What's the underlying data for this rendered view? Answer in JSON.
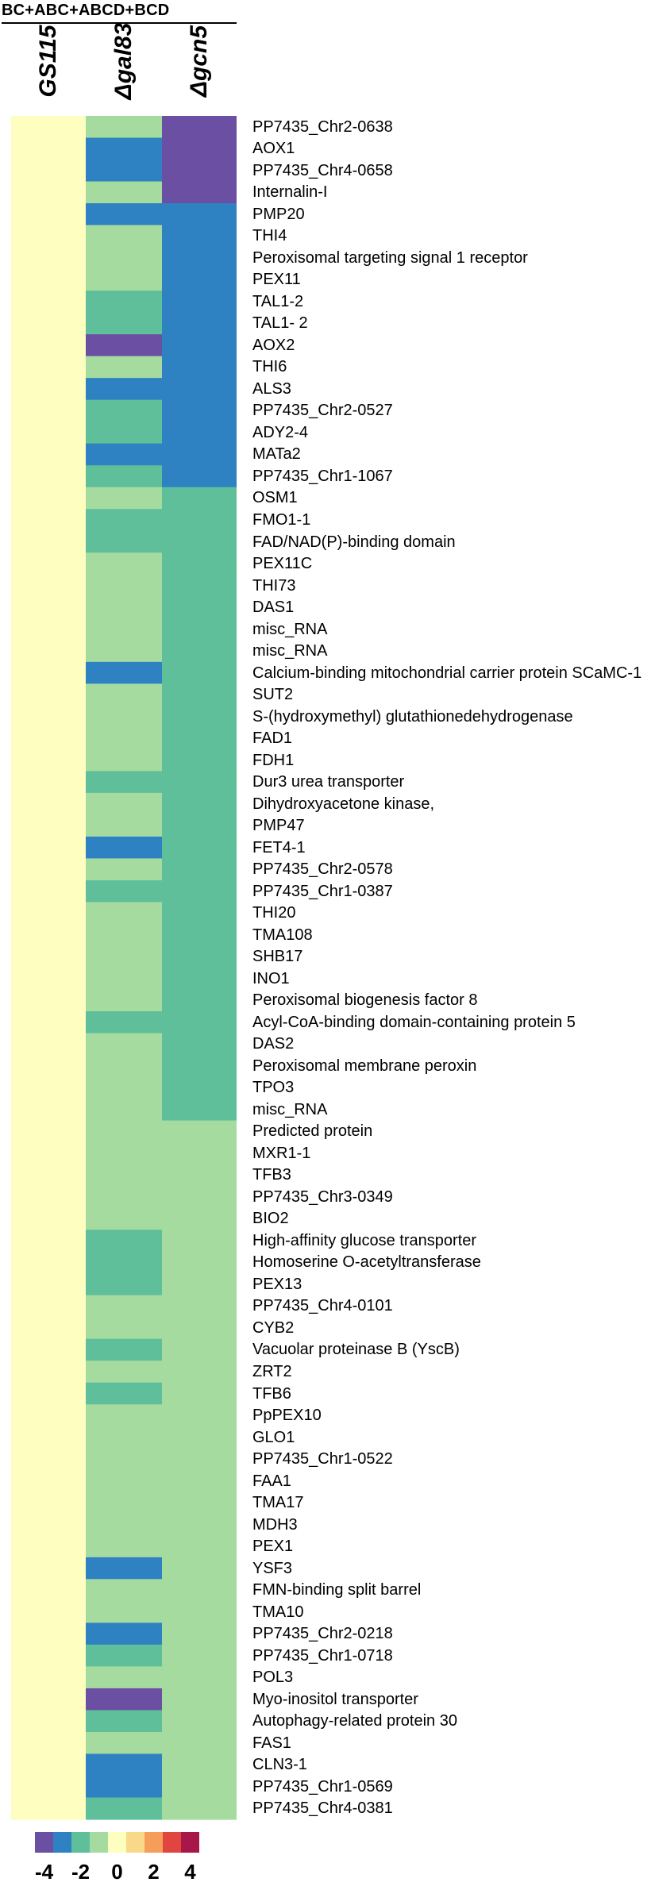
{
  "chart_data": {
    "type": "heatmap",
    "title": "BC+ABC+ABCD+BCD",
    "columns": [
      "GS115",
      "Δgal83",
      "Δgcn5"
    ],
    "rows": [
      "PP7435_Chr2-0638",
      "AOX1",
      "PP7435_Chr4-0658",
      "Internalin-I",
      "PMP20",
      "THI4",
      "Peroxisomal targeting signal 1 receptor",
      "PEX11",
      "TAL1-2",
      "TAL1- 2",
      "AOX2",
      "THI6",
      "ALS3",
      "PP7435_Chr2-0527",
      "ADY2-4",
      "MATa2",
      "PP7435_Chr1-1067",
      "OSM1",
      "FMO1-1",
      "FAD/NAD(P)-binding domain",
      "PEX11C",
      "THI73",
      "DAS1",
      "misc_RNA",
      "misc_RNA",
      "Calcium-binding mitochondrial carrier protein SCaMC-1",
      "SUT2",
      "S-(hydroxymethyl) glutathionedehydrogenase",
      "FAD1",
      "FDH1",
      "Dur3 urea transporter",
      "Dihydroxyacetone kinase,",
      "PMP47",
      "FET4-1",
      "PP7435_Chr2-0578",
      "PP7435_Chr1-0387",
      "THI20",
      "TMA108",
      "SHB17",
      "INO1",
      "Peroxisomal biogenesis factor 8",
      "Acyl-CoA-binding domain-containing protein 5",
      "DAS2",
      "Peroxisomal membrane peroxin",
      "TPO3",
      "misc_RNA",
      "Predicted protein",
      "MXR1-1",
      "TFB3",
      "PP7435_Chr3-0349",
      "BIO2",
      "High-affinity glucose transporter",
      "Homoserine O-acetyltransferase",
      "PEX13",
      "PP7435_Chr4-0101",
      "CYB2",
      "Vacuolar proteinase B (YscB)",
      "ZRT2",
      "TFB6",
      "PpPEX10",
      "GLO1",
      "PP7435_Chr1-0522",
      "FAA1",
      "TMA17",
      "MDH3",
      "PEX1",
      "YSF3",
      "FMN-binding split barrel",
      "TMA10",
      "PP7435_Chr2-0218",
      "PP7435_Chr1-0718",
      "POL3",
      "Myo-inositol transporter",
      "Autophagy-related protein 30",
      "FAS1",
      "CLN3-1",
      "PP7435_Chr1-0569",
      "PP7435_Chr4-0381"
    ],
    "values": [
      [
        0,
        -1,
        -4
      ],
      [
        0,
        -3,
        -4
      ],
      [
        0,
        -3,
        -4
      ],
      [
        0,
        -1,
        -4
      ],
      [
        0,
        -3,
        -3
      ],
      [
        0,
        -1,
        -3
      ],
      [
        0,
        -1,
        -3
      ],
      [
        0,
        -1,
        -3
      ],
      [
        0,
        -2,
        -3
      ],
      [
        0,
        -2,
        -3
      ],
      [
        0,
        -4,
        -3
      ],
      [
        0,
        -1,
        -3
      ],
      [
        0,
        -3,
        -3
      ],
      [
        0,
        -2,
        -3
      ],
      [
        0,
        -2,
        -3
      ],
      [
        0,
        -3,
        -3
      ],
      [
        0,
        -2,
        -3
      ],
      [
        0,
        -1,
        -2
      ],
      [
        0,
        -2,
        -2
      ],
      [
        0,
        -2,
        -2
      ],
      [
        0,
        -1,
        -2
      ],
      [
        0,
        -1,
        -2
      ],
      [
        0,
        -1,
        -2
      ],
      [
        0,
        -1,
        -2
      ],
      [
        0,
        -1,
        -2
      ],
      [
        0,
        -3,
        -2
      ],
      [
        0,
        -1,
        -2
      ],
      [
        0,
        -1,
        -2
      ],
      [
        0,
        -1,
        -2
      ],
      [
        0,
        -1,
        -2
      ],
      [
        0,
        -2,
        -2
      ],
      [
        0,
        -1,
        -2
      ],
      [
        0,
        -1,
        -2
      ],
      [
        0,
        -3,
        -2
      ],
      [
        0,
        -1,
        -2
      ],
      [
        0,
        -2,
        -2
      ],
      [
        0,
        -1,
        -2
      ],
      [
        0,
        -1,
        -2
      ],
      [
        0,
        -1,
        -2
      ],
      [
        0,
        -1,
        -2
      ],
      [
        0,
        -1,
        -2
      ],
      [
        0,
        -2,
        -2
      ],
      [
        0,
        -1,
        -2
      ],
      [
        0,
        -1,
        -2
      ],
      [
        0,
        -1,
        -2
      ],
      [
        0,
        -1,
        -2
      ],
      [
        0,
        -1,
        -1
      ],
      [
        0,
        -1,
        -1
      ],
      [
        0,
        -1,
        -1
      ],
      [
        0,
        -1,
        -1
      ],
      [
        0,
        -1,
        -1
      ],
      [
        0,
        -2,
        -1
      ],
      [
        0,
        -2,
        -1
      ],
      [
        0,
        -2,
        -1
      ],
      [
        0,
        -1,
        -1
      ],
      [
        0,
        -1,
        -1
      ],
      [
        0,
        -2,
        -1
      ],
      [
        0,
        -1,
        -1
      ],
      [
        0,
        -2,
        -1
      ],
      [
        0,
        -1,
        -1
      ],
      [
        0,
        -1,
        -1
      ],
      [
        0,
        -1,
        -1
      ],
      [
        0,
        -1,
        -1
      ],
      [
        0,
        -1,
        -1
      ],
      [
        0,
        -1,
        -1
      ],
      [
        0,
        -1,
        -1
      ],
      [
        0,
        -3,
        -1
      ],
      [
        0,
        -1,
        -1
      ],
      [
        0,
        -1,
        -1
      ],
      [
        0,
        -3,
        -1
      ],
      [
        0,
        -2,
        -1
      ],
      [
        0,
        -1,
        -1
      ],
      [
        0,
        -4,
        -1
      ],
      [
        0,
        -2,
        -1
      ],
      [
        0,
        -1,
        -1
      ],
      [
        0,
        -3,
        -1
      ],
      [
        0,
        -3,
        -1
      ],
      [
        0,
        -2,
        -1
      ]
    ],
    "color_scale": {
      "stops": [
        -4,
        -3,
        -2,
        -1,
        0,
        1,
        2,
        3,
        4
      ],
      "colors": [
        "#6a4fa3",
        "#2e82c2",
        "#5fbf9b",
        "#a6dba0",
        "#fefec0",
        "#f9d88a",
        "#f59e5a",
        "#e0453f",
        "#a8174a"
      ],
      "tick_labels": [
        "-4",
        "-2",
        "0",
        "2",
        "4"
      ]
    }
  }
}
